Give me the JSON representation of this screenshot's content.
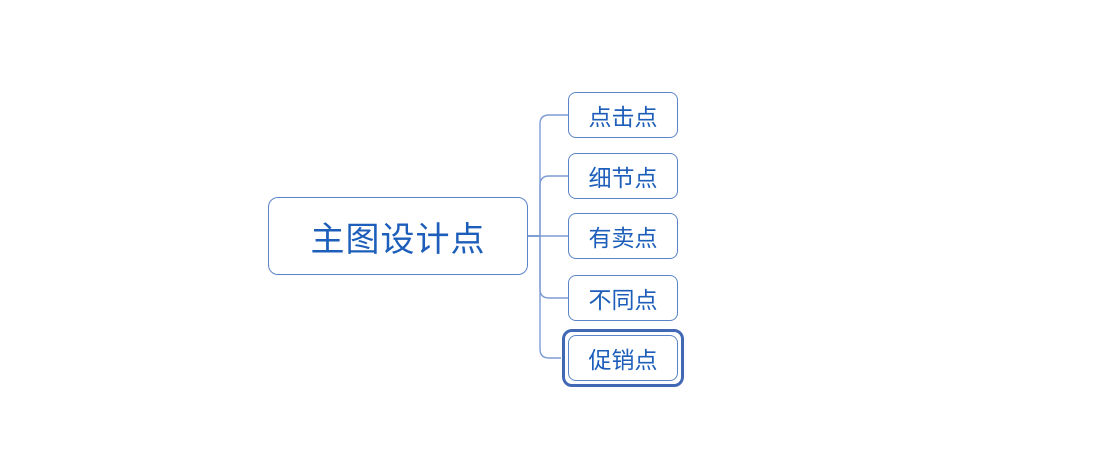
{
  "diagram": {
    "type": "mindmap",
    "root": {
      "label": "主图设计点"
    },
    "children": [
      {
        "label": "点击点",
        "selected": false
      },
      {
        "label": "细节点",
        "selected": false
      },
      {
        "label": "有卖点",
        "selected": false
      },
      {
        "label": "不同点",
        "selected": false
      },
      {
        "label": "促销点",
        "selected": true
      }
    ],
    "colors": {
      "background": "#ffffff",
      "node_border": "#5b84c8",
      "text": "#1c5eba",
      "connector_line": "#7d9cd4",
      "selection_border": "#4168b4"
    }
  }
}
